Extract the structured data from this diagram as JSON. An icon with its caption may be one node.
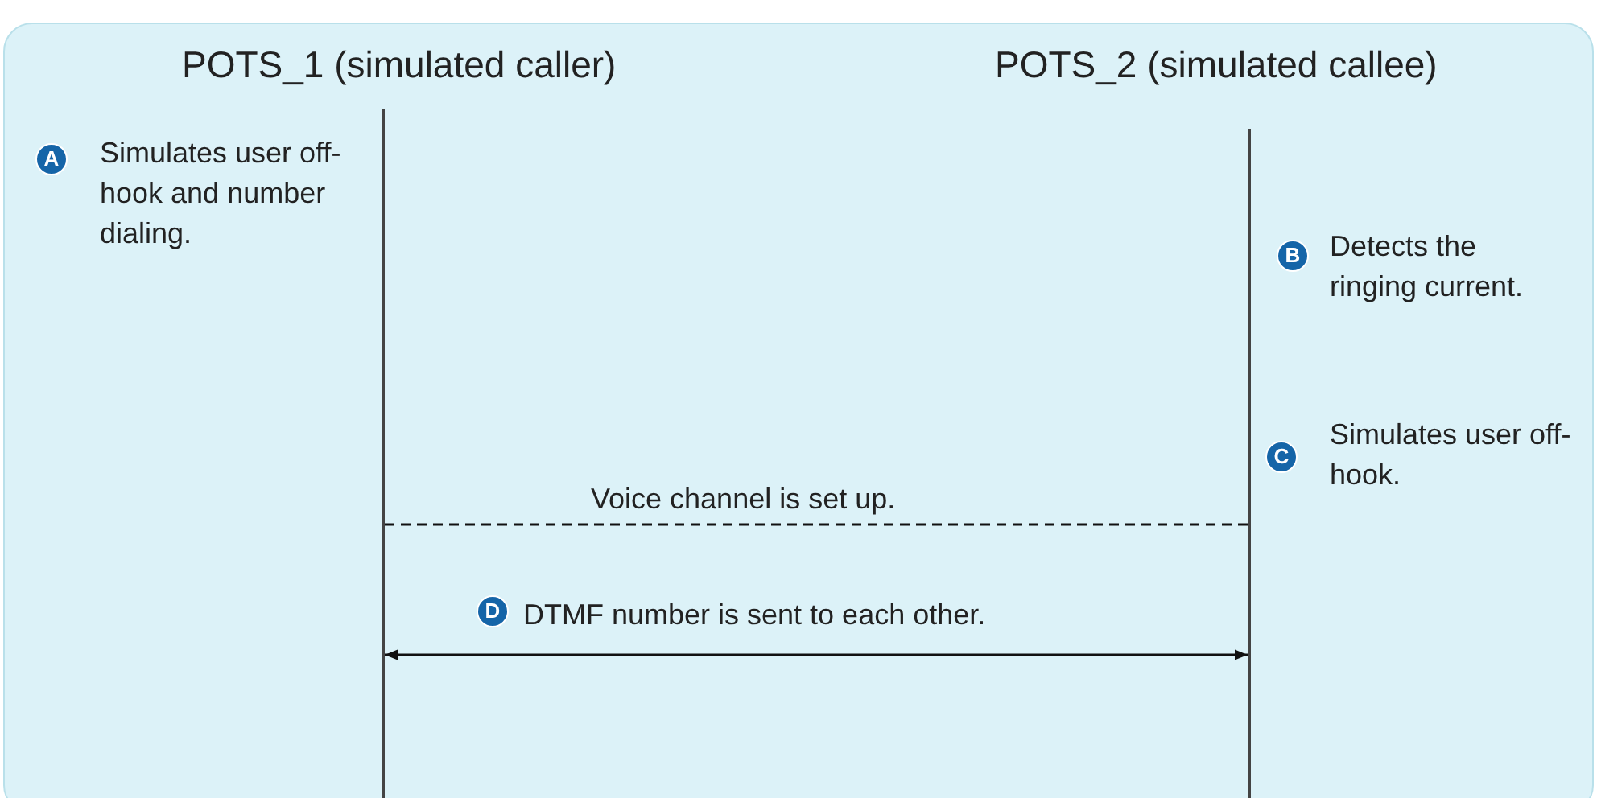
{
  "diagram": {
    "nodes": [
      {
        "text": [],
        "shape": "line"
      },
      {
        "text": [],
        "shape": "line"
      }
    ],
    "edges": [
      {
        "from": 0,
        "to": 1,
        "arrow": "none",
        "style": "dashed",
        "label": "Voice channel is set up."
      },
      {
        "from": 0,
        "to": 1,
        "arrow": "both",
        "label": "DTMF number is sent to each other."
      }
    ],
    "labels": [
      "POTS_1 (simulated caller)",
      "POTS_2 (simulated callee)",
      "A",
      "Simulates user off-hook and number dialing.",
      "B",
      "Detects the ringing current.",
      "C",
      "Simulates user off-hook.",
      "D"
    ]
  }
}
